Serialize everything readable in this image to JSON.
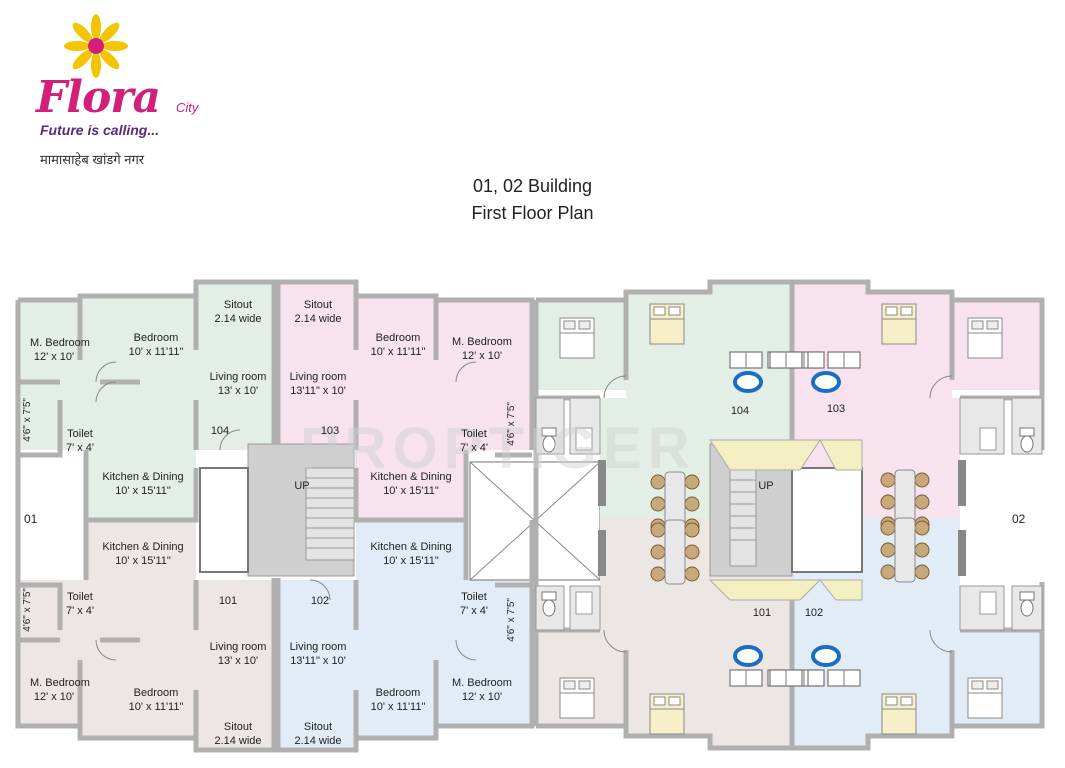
{
  "logo": {
    "brand": "Flora",
    "city": "City",
    "tagline": "Future is calling...",
    "marathi": "मामासाहेब खांडगे नगर"
  },
  "title": {
    "line1": "01, 02 Building",
    "line2": "First Floor Plan"
  },
  "wings": {
    "left": "01",
    "right": "02"
  },
  "watermark": "PROPTIGER",
  "colors": {
    "unit_104": "#e3efe6",
    "unit_103": "#f7e2ee",
    "unit_101": "#ece6e4",
    "unit_102": "#e1ecf6",
    "wall": "#b5b5b5",
    "core": "#c9c9c9"
  },
  "rooms": {
    "u104_mbed": {
      "name": "M. Bedroom",
      "size": "12' x 10'"
    },
    "u104_bed": {
      "name": "Bedroom",
      "size": "10' x 11'11\""
    },
    "u104_sitout": {
      "name": "Sitout",
      "size": "2.14 wide"
    },
    "u104_living": {
      "name": "Living room",
      "size": "13' x 10'"
    },
    "u104_toilet": {
      "name": "Toilet",
      "size": "7' x 4'"
    },
    "u104_toilet2": "4'6\" x 7'5\"",
    "u104_kitchen": {
      "name": "Kitchen & Dining",
      "size": "10' x 15'11\""
    },
    "u104_no": "104",
    "u103_sitout": {
      "name": "Sitout",
      "size": "2.14 wide"
    },
    "u103_bed": {
      "name": "Bedroom",
      "size": "10' x 11'11\""
    },
    "u103_mbed": {
      "name": "M. Bedroom",
      "size": "12' x 10'"
    },
    "u103_living": {
      "name": "Living room",
      "size": "13'11\" x 10'"
    },
    "u103_toilet": {
      "name": "Toilet",
      "size": "7' x 4'"
    },
    "u103_toilet2": "4'6\" x 7'5\"",
    "u103_kitchen": {
      "name": "Kitchen & Dining",
      "size": "10' x 15'11\""
    },
    "u103_no": "103",
    "up": "UP",
    "u101_kitchen": {
      "name": "Kitchen & Dining",
      "size": "10' x 15'11\""
    },
    "u101_toilet": {
      "name": "Toilet",
      "size": "7' x 4'"
    },
    "u101_toilet2": "4'6\" x 7'5\"",
    "u101_no": "101",
    "u101_living": {
      "name": "Living room",
      "size": "13' x 10'"
    },
    "u101_mbed": {
      "name": "M. Bedroom",
      "size": "12' x 10'"
    },
    "u101_bed": {
      "name": "Bedroom",
      "size": "10' x 11'11\""
    },
    "u101_sitout": {
      "name": "Sitout",
      "size": "2.14 wide"
    },
    "u102_kitchen": {
      "name": "Kitchen & Dining",
      "size": "10' x 15'11\""
    },
    "u102_no": "102",
    "u102_living": {
      "name": "Living room",
      "size": "13'11\" x 10'"
    },
    "u102_bed": {
      "name": "Bedroom",
      "size": "10' x 11'11\""
    },
    "u102_mbed": {
      "name": "M. Bedroom",
      "size": "12' x 10'"
    },
    "u102_toilet": {
      "name": "Toilet",
      "size": "7' x 4'"
    },
    "u102_toilet2": "4'6\" x 7'5\"",
    "u102_sitout": {
      "name": "Sitout",
      "size": "2.14 wide"
    },
    "r104": "104",
    "r103": "103",
    "r101": "101",
    "r102": "102",
    "rup": "UP"
  }
}
